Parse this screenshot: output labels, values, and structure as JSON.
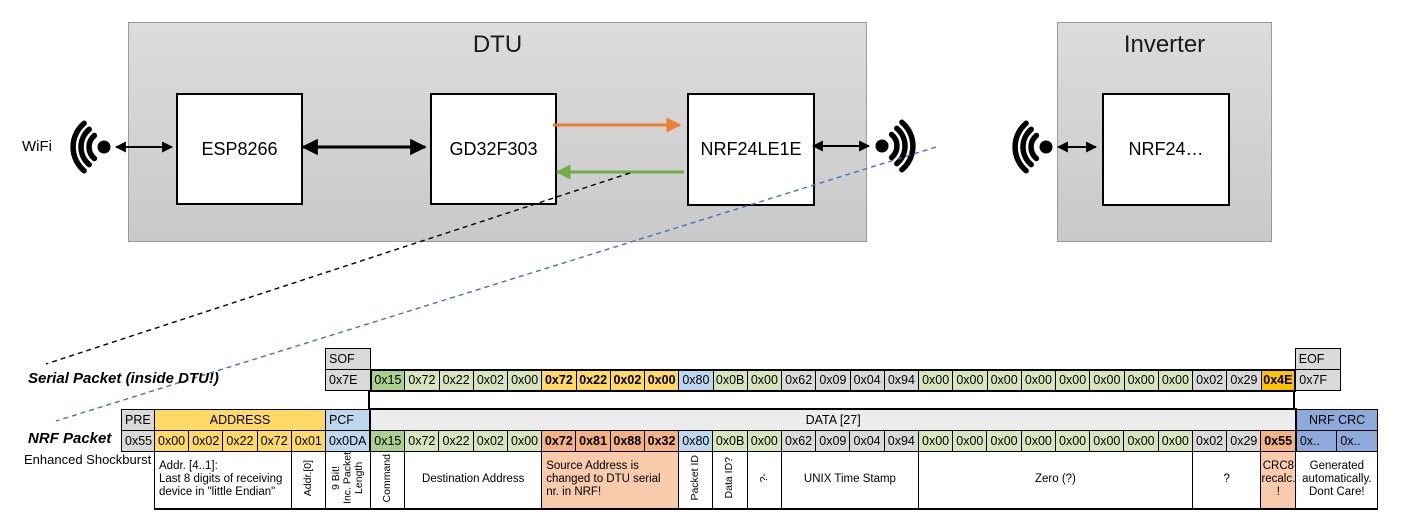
{
  "colors": {
    "grey": "#D9D9D9",
    "greylight": "#ECECEC",
    "gdark": "#A9D08E",
    "glight": "#D7E4BC",
    "gold": "#FFD966",
    "blue": "#BDD7EE",
    "orange": "#FFC000",
    "salmon": "#F4B183",
    "salmonlight": "#F8CBAD",
    "crcblue": "#8EAADB",
    "arrow_orange": "#ED7D31",
    "arrow_green": "#70AD47",
    "dash_blue": "#4472C4"
  },
  "diagram": {
    "wifi_label": "WiFi",
    "dtu": {
      "title": "DTU",
      "components": [
        {
          "label": "ESP8266"
        },
        {
          "label": "GD32F303"
        },
        {
          "label": "NRF24LE1E"
        }
      ]
    },
    "inverter": {
      "title": "Inverter",
      "component": "NRF24…"
    }
  },
  "serial_packet": {
    "label": "Serial Packet (inside DTU!)",
    "sof_header": "SOF",
    "sof_value": "0x7E",
    "eof_header": "EOF",
    "eof_value": "0x7F",
    "bytes": [
      {
        "v": "0x15",
        "c": "gdark"
      },
      {
        "v": "0x72",
        "c": "glight"
      },
      {
        "v": "0x22",
        "c": "glight"
      },
      {
        "v": "0x02",
        "c": "glight"
      },
      {
        "v": "0x00",
        "c": "glight"
      },
      {
        "v": "0x72",
        "c": "gold",
        "b": true
      },
      {
        "v": "0x22",
        "c": "gold",
        "b": true
      },
      {
        "v": "0x02",
        "c": "gold",
        "b": true
      },
      {
        "v": "0x00",
        "c": "gold",
        "b": true
      },
      {
        "v": "0x80",
        "c": "blue"
      },
      {
        "v": "0x0B",
        "c": "glight"
      },
      {
        "v": "0x00",
        "c": "glight"
      },
      {
        "v": "0x62",
        "c": "grey"
      },
      {
        "v": "0x09",
        "c": "grey"
      },
      {
        "v": "0x04",
        "c": "grey"
      },
      {
        "v": "0x94",
        "c": "grey"
      },
      {
        "v": "0x00",
        "c": "glight"
      },
      {
        "v": "0x00",
        "c": "glight"
      },
      {
        "v": "0x00",
        "c": "glight"
      },
      {
        "v": "0x00",
        "c": "glight"
      },
      {
        "v": "0x00",
        "c": "glight"
      },
      {
        "v": "0x00",
        "c": "glight"
      },
      {
        "v": "0x00",
        "c": "glight"
      },
      {
        "v": "0x00",
        "c": "glight"
      },
      {
        "v": "0x02",
        "c": "grey"
      },
      {
        "v": "0x29",
        "c": "grey"
      },
      {
        "v": "0x4E",
        "c": "orange",
        "b": true
      }
    ]
  },
  "nrf_packet": {
    "label": "NRF Packet",
    "sub_label": "Enhanced Shockburst",
    "pre_header": "PRE",
    "pre_value": "0x55",
    "address_header": "ADDRESS",
    "address_values": [
      "0x00",
      "0x02",
      "0x22",
      "0x72",
      "0x01"
    ],
    "pcf_header": "PCF",
    "pcf_value": "0x0DA",
    "data_header": "DATA [27]",
    "crc_header": "NRF CRC",
    "crc_values": [
      "0x..",
      "0x.."
    ],
    "bytes": [
      {
        "v": "0x15",
        "c": "gdark"
      },
      {
        "v": "0x72",
        "c": "glight"
      },
      {
        "v": "0x22",
        "c": "glight"
      },
      {
        "v": "0x02",
        "c": "glight"
      },
      {
        "v": "0x00",
        "c": "glight"
      },
      {
        "v": "0x72",
        "c": "salmon",
        "b": true
      },
      {
        "v": "0x81",
        "c": "salmon",
        "b": true
      },
      {
        "v": "0x88",
        "c": "salmon",
        "b": true
      },
      {
        "v": "0x32",
        "c": "salmon",
        "b": true
      },
      {
        "v": "0x80",
        "c": "blue"
      },
      {
        "v": "0x0B",
        "c": "glight"
      },
      {
        "v": "0x00",
        "c": "glight"
      },
      {
        "v": "0x62",
        "c": "grey"
      },
      {
        "v": "0x09",
        "c": "grey"
      },
      {
        "v": "0x04",
        "c": "grey"
      },
      {
        "v": "0x94",
        "c": "grey"
      },
      {
        "v": "0x00",
        "c": "glight"
      },
      {
        "v": "0x00",
        "c": "glight"
      },
      {
        "v": "0x00",
        "c": "glight"
      },
      {
        "v": "0x00",
        "c": "glight"
      },
      {
        "v": "0x00",
        "c": "glight"
      },
      {
        "v": "0x00",
        "c": "glight"
      },
      {
        "v": "0x00",
        "c": "glight"
      },
      {
        "v": "0x00",
        "c": "glight"
      },
      {
        "v": "0x02",
        "c": "grey"
      },
      {
        "v": "0x29",
        "c": "grey"
      },
      {
        "v": "0x55",
        "c": "salmon",
        "b": true
      }
    ],
    "annotations": [
      {
        "text": "Addr. [4..1]:\nLast 8 digits of receiving\ndevice in \"little Endian\"",
        "span": 4,
        "align": "left"
      },
      {
        "text": "Addr.[0]",
        "span": 1,
        "vertical": true
      },
      {
        "text": "9 Bit!\nInc. Packet\nLength",
        "span": 1,
        "vertical": true
      },
      {
        "text": "Command",
        "span": 1,
        "vertical": true
      },
      {
        "text": "Destination Address",
        "span": 4
      },
      {
        "text": "Source Address is\nchanged to DTU serial\nnr. in NRF!",
        "span": 4,
        "bg": "salmonlight",
        "align": "left"
      },
      {
        "text": "Packet ID",
        "span": 1,
        "vertical": true
      },
      {
        "text": "Data ID?",
        "span": 1,
        "vertical": true
      },
      {
        "text": "?-",
        "span": 1,
        "vertical": true
      },
      {
        "text": "UNIX Time Stamp",
        "span": 4
      },
      {
        "text": "Zero (?)",
        "span": 8
      },
      {
        "text": "?",
        "span": 2
      },
      {
        "text": "CRC8\nrecalc.\n!",
        "span": 1,
        "bg": "salmonlight"
      },
      {
        "text": "Generated\nautomatically.\nDont Care!",
        "span": 2
      }
    ]
  }
}
